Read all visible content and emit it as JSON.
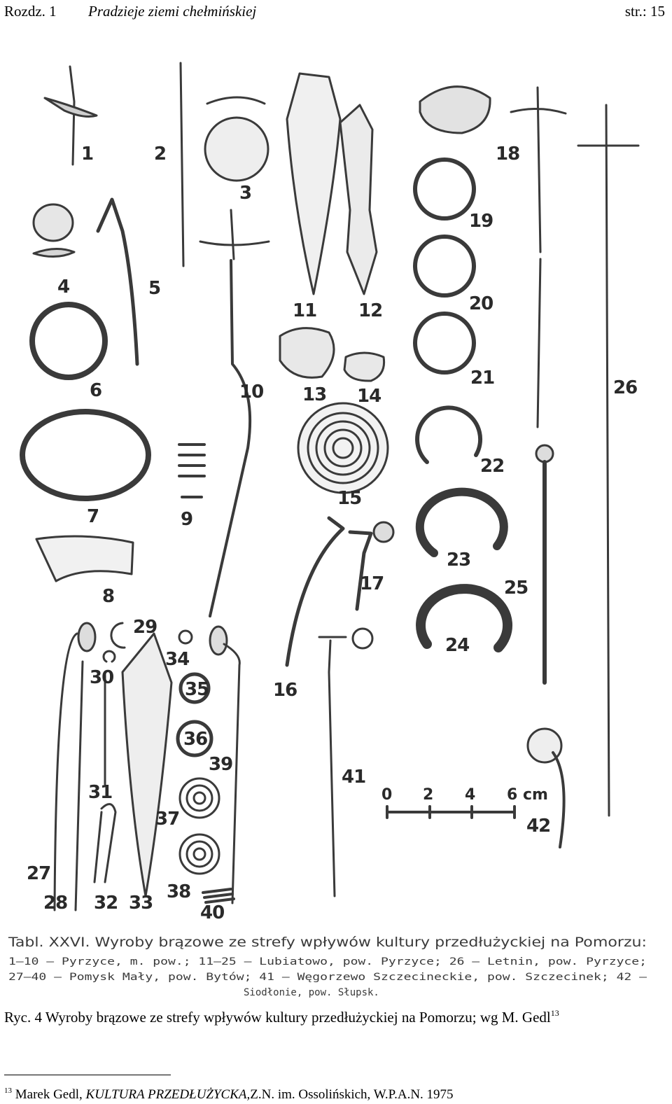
{
  "header": {
    "chapter": "Rozdz. 1",
    "chapter_title": "Pradzieje ziemi chełmińskiej",
    "page": "str.: 15"
  },
  "plate": {
    "figure_numbers": [
      "1",
      "2",
      "3",
      "4",
      "5",
      "6",
      "7",
      "8",
      "9",
      "10",
      "11",
      "12",
      "13",
      "14",
      "15",
      "16",
      "17",
      "18",
      "19",
      "20",
      "21",
      "22",
      "23",
      "24",
      "25",
      "26",
      "27",
      "28",
      "29",
      "30",
      "31",
      "32",
      "33",
      "34",
      "35",
      "36",
      "37",
      "38",
      "39",
      "40",
      "41",
      "42"
    ],
    "scale_bar": {
      "ticks": [
        "0",
        "2",
        "4",
        "6 cm"
      ]
    },
    "table_caption": {
      "title": "Tabl. XXVI. Wyroby brązowe ze strefy wpływów kultury przedłużyckiej na Pomorzu:",
      "line1": "1—10 — Pyrzyce, m. pow.; 11—25 — Lubiatowo, pow. Pyrzyce; 26 — Letnin, pow. Pyrzyce;",
      "line2": "27—40 — Pomysk Mały, pow. Bytów; 41 — Węgorzewo Szczecineckie, pow. Szczecinek; 42 —",
      "line3": "Siodłonie, pow. Słupsk."
    },
    "ink_color": "#3a3a3a"
  },
  "caption": {
    "text": "Ryc. 4 Wyroby brązowe ze strefy wpływów kultury przedłużyckiej na Pomorzu; wg M. Gedl",
    "ref": "13"
  },
  "footnote": {
    "ref": "13",
    "author": "Marek Gedl, ",
    "work": "KULTURA PRZEDŁUŻYCKA,",
    "publisher": "Z.N. im. Ossolińskich, W.P.A.N. 1975"
  }
}
